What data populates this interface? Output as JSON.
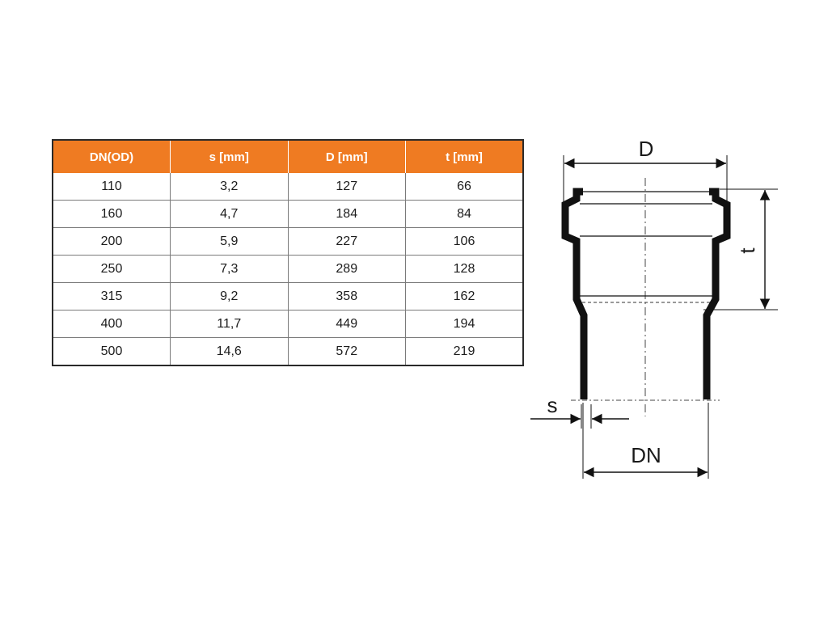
{
  "colors": {
    "header_bg": "#ef7b22",
    "header_text": "#ffffff",
    "border": "#2a2a2a",
    "pipe": "#111111"
  },
  "table": {
    "columns": [
      "DN(OD)",
      "s [mm]",
      "D  [mm]",
      "t [mm]"
    ],
    "rows": [
      [
        "110",
        "3,2",
        "127",
        "66"
      ],
      [
        "160",
        "4,7",
        "184",
        "84"
      ],
      [
        "200",
        "5,9",
        "227",
        "106"
      ],
      [
        "250",
        "7,3",
        "289",
        "128"
      ],
      [
        "315",
        "9,2",
        "358",
        "162"
      ],
      [
        "400",
        "11,7",
        "449",
        "194"
      ],
      [
        "500",
        "14,6",
        "572",
        "219"
      ]
    ]
  },
  "diagram": {
    "label_D": "D",
    "label_t": "t",
    "label_s": "s",
    "label_DN": "DN"
  }
}
